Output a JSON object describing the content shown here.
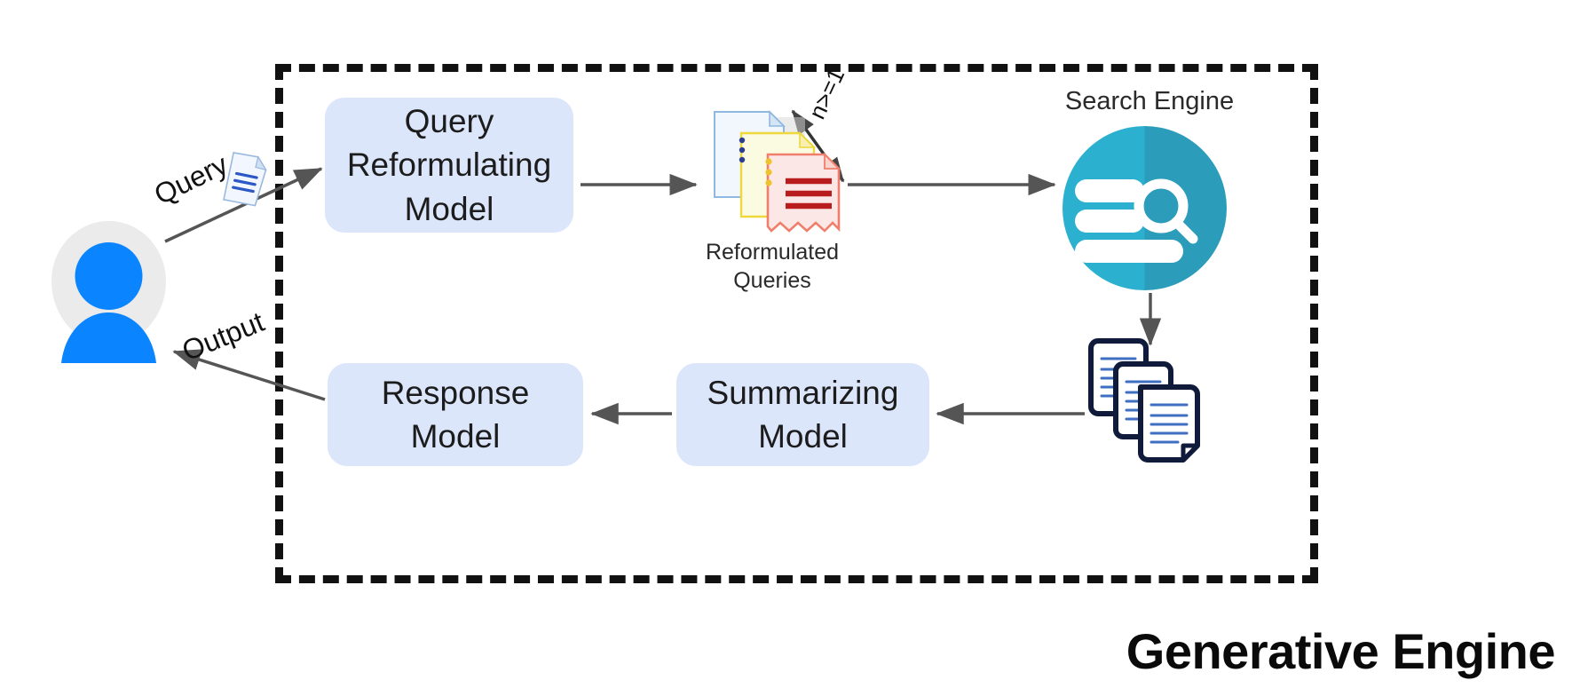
{
  "diagram": {
    "title": "Generative Engine",
    "boundary": {
      "style": "dashed",
      "color": "#111111"
    }
  },
  "actors": {
    "user": {
      "name": "user-avatar",
      "body_color": "#0a84ff",
      "halo_color": "#ebebeb"
    }
  },
  "boxes": [
    {
      "id": "query-reformulating-model",
      "label": "Query\nReformulating\nModel",
      "fill": "#dce6fb"
    },
    {
      "id": "summarizing-model",
      "label": "Summarizing\nModel",
      "fill": "#dce6fb"
    },
    {
      "id": "response-model",
      "label": "Response\nModel",
      "fill": "#dce6fb"
    }
  ],
  "box_labels": {
    "query_reformulating": "Query Reformulating Model",
    "query_reformulating_line1": "Query",
    "query_reformulating_line2": "Reformulating",
    "query_reformulating_line3": "Model",
    "summarizing_line1": "Summarizing",
    "summarizing_line2": "Model",
    "response_line1": "Response",
    "response_line2": "Model"
  },
  "edge_labels": {
    "query": "Query",
    "output": "Output",
    "multiplicity": "n>=1"
  },
  "captions": {
    "reformulated_queries": "Reformulated\nQueries",
    "search_engine": "Search Engine"
  },
  "icons": {
    "query_document": "query-document-icon",
    "reformulated_queries": "stacked-documents-icon",
    "search_engine": "search-engine-icon",
    "retrieved_documents": "retrieved-documents-icon"
  },
  "colors": {
    "box_fill": "#dce6fb",
    "search_engine_light": "#2cafce",
    "search_engine_dark": "#2a9cba",
    "arrow": "#555555",
    "doc_blue": "#a8c7e8",
    "doc_yellow": "#f2e14f",
    "doc_red": "#f08070",
    "text": "#111111",
    "avatar_blue": "#0a84ff"
  }
}
